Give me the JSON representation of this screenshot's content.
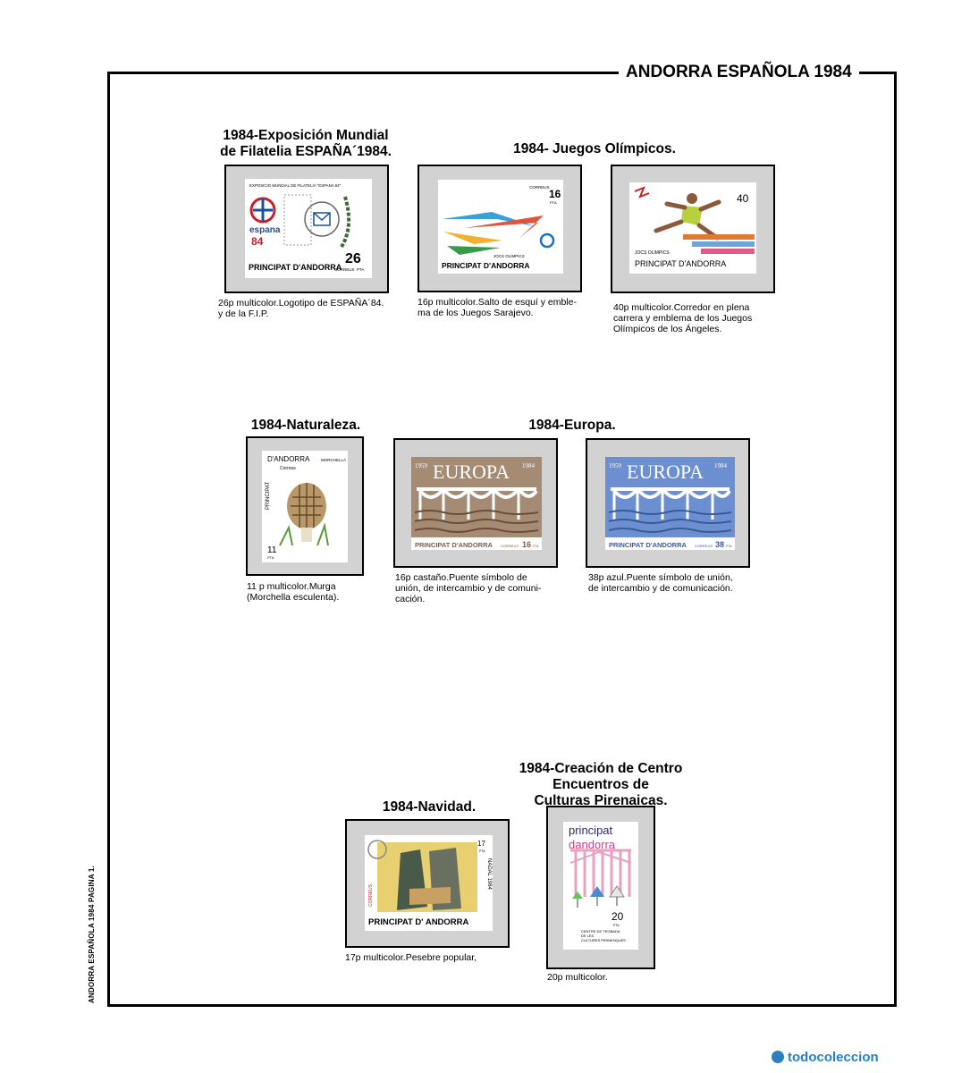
{
  "header": {
    "title": "ANDORRA ESPAÑOLA  1984"
  },
  "side_label": "ANDORRA ESPAÑOLA 1984 PAGINA 1.",
  "sections": {
    "expo": {
      "title": "1984-Exposición Mundial\n de Filatelia ESPAÑA´1984."
    },
    "olympics": {
      "title": "1984- Juegos Olímpicos."
    },
    "nature": {
      "title": "1984-Naturaleza."
    },
    "europa": {
      "title": "1984-Europa."
    },
    "christmas": {
      "title": "1984-Navidad."
    },
    "pyrenees": {
      "title": "1984-Creación de Centro\nEncuentros de\nCulturas Pirenaicas."
    }
  },
  "stamps": [
    {
      "caption": " 26p multicolor.Logotipo de ESPAÑA´84.\ny de la F.I.P.",
      "top_text": "EXPOSICIO MUNDIAL DE FILATELIA \"ESPANA 84\"",
      "logo_text": "espana",
      "year_text": "84",
      "country": "PRINCIPAT D'ANDORRA",
      "value": "26",
      "currency": "PTA",
      "postal": "CORREUS"
    },
    {
      "caption": "16p multicolor.Salto de esquí y emble-\nma de los Juegos Sarajevo.",
      "postal": "CORREUS",
      "value": "16",
      "currency": "PTA",
      "games": "JOCS OLIMPICS",
      "country": "PRINCIPAT D'ANDORRA"
    },
    {
      "caption": "40p multicolor.Corredor en plena\ncarrera y emblema de los Juegos\nOlímpicos de los Ángeles.",
      "value": "40",
      "games": "JOCS OLIMPICS",
      "country": "PRINCIPAT D'ANDORRA"
    },
    {
      "caption": "11 p multicolor.Murga\n(Morchella esculenta).",
      "country": "D'ANDORRA",
      "principat": "PRINCIPAT",
      "postal": "Correus",
      "species": "MORCHELLA",
      "value": "11",
      "currency": "PTA"
    },
    {
      "caption": "16p castaño.Puente símbolo de\nunión, de intercambio y de comuni-\ncación.",
      "year_left": "1959",
      "year_right": "1984",
      "europa": "EUROPA",
      "country": "PRINCIPAT D'ANDORRA",
      "value": "16",
      "currency": "PTA",
      "postal": "CORREUS",
      "color": "#a58b74"
    },
    {
      "caption": "38p azul.Puente símbolo de unión,\nde intercambio y de comunicación.",
      "year_left": "1959",
      "year_right": "1984",
      "europa": "EUROPA",
      "country": "PRINCIPAT D'ANDORRA",
      "value": "38",
      "currency": "PTA",
      "postal": "CORREUS",
      "color": "#6b8fd0"
    },
    {
      "caption": "17p multicolor.Pesebre popular,",
      "postal": "CORREUS",
      "value": "17",
      "currency": "PTA",
      "nadal": "NADAL 1984",
      "country": "PRINCIPAT D' ANDORRA"
    },
    {
      "caption": "20p multicolor.",
      "principat": "principat",
      "dandorra": "dandorra",
      "value": "20",
      "currency": "PTA",
      "centre": "CENTRE DE TROBADA\nDE LES\nCULTURES PIRINENQUES"
    }
  ],
  "watermark": {
    "text": "todocoleccion"
  },
  "colors": {
    "frame": "#000000",
    "mount": "#d2d2d2",
    "watermark": "#2a7fc1"
  }
}
